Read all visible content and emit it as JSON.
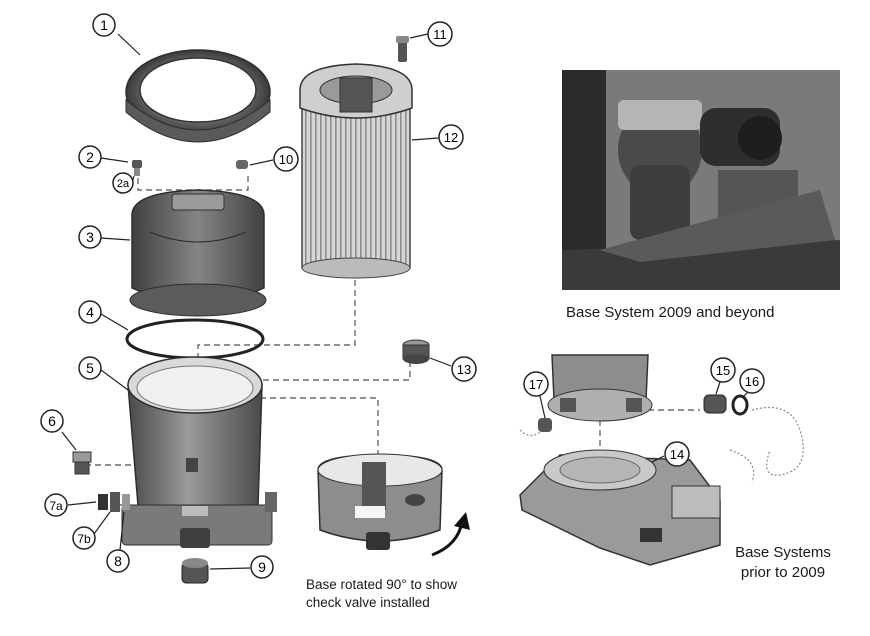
{
  "callouts": [
    "1",
    "2",
    "2a",
    "3",
    "4",
    "5",
    "6",
    "7a",
    "7b",
    "8",
    "9",
    "10",
    "11",
    "12",
    "13",
    "14",
    "15",
    "16",
    "17"
  ],
  "captions": {
    "base_2009": "Base System 2009 and beyond",
    "prior_line1": "Base Systems",
    "prior_line2": "prior to 2009",
    "rotated_line1": "Base rotated 90° to show",
    "rotated_line2": "check valve installed"
  },
  "colors": {
    "part_dark": "#5b5b5b",
    "part_mid": "#8a8a8a",
    "part_light": "#bdbdbd",
    "leader": "#555555"
  }
}
